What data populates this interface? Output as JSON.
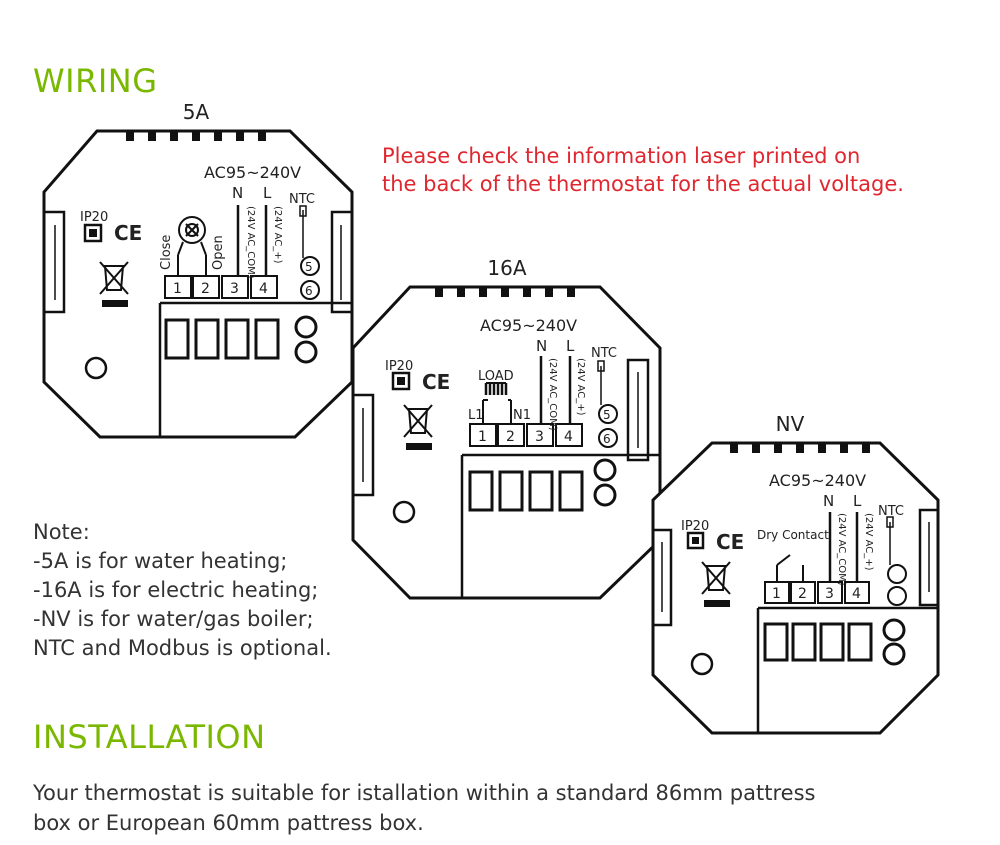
{
  "colors": {
    "heading": "#7ab800",
    "warning": "#e0262e",
    "body_text": "#333333",
    "line": "#111111"
  },
  "wiring": {
    "heading": "WIRING",
    "warning": [
      "Please check the information laser printed on",
      "the back of the thermostat for the actual voltage."
    ]
  },
  "boards": {
    "a5": {
      "label": "5A",
      "voltage": "AC95~240V",
      "ip": "IP20",
      "ce": "CE",
      "n": "N",
      "l": "L",
      "ntc": "NTC",
      "n_sub": "(24V AC_COM)",
      "l_sub": "(24V AC_+)",
      "close": "Close",
      "open": "Open",
      "terminals": [
        "1",
        "2",
        "3",
        "4"
      ],
      "ntc_terms": [
        "5",
        "6"
      ]
    },
    "a16": {
      "label": "16A",
      "voltage": "AC95~240V",
      "ip": "IP20",
      "ce": "CE",
      "n": "N",
      "l": "L",
      "ntc": "NTC",
      "n_sub": "(24V AC_COM)",
      "l_sub": "(24V AC_+)",
      "load": "LOAD",
      "l1": "L1",
      "n1": "N1",
      "terminals": [
        "1",
        "2",
        "3",
        "4"
      ],
      "ntc_terms": [
        "5",
        "6"
      ]
    },
    "nv": {
      "label": "NV",
      "voltage": "AC95~240V",
      "ip": "IP20",
      "ce": "CE",
      "n": "N",
      "l": "L",
      "ntc": "NTC",
      "n_sub": "(24V AC_COM)",
      "l_sub": "(24V AC_+)",
      "dry": "Dry Contact",
      "terminals": [
        "1",
        "2",
        "3",
        "4"
      ]
    }
  },
  "note": {
    "lines": [
      "Note:",
      "-5A is for water heating;",
      "-16A is for electric heating;",
      "-NV is for water/gas boiler;",
      "NTC and Modbus is optional."
    ]
  },
  "installation": {
    "heading": "INSTALLATION",
    "lines": [
      "Your thermostat is suitable for istallation within a standard 86mm pattress",
      "box or European 60mm pattress box."
    ]
  }
}
